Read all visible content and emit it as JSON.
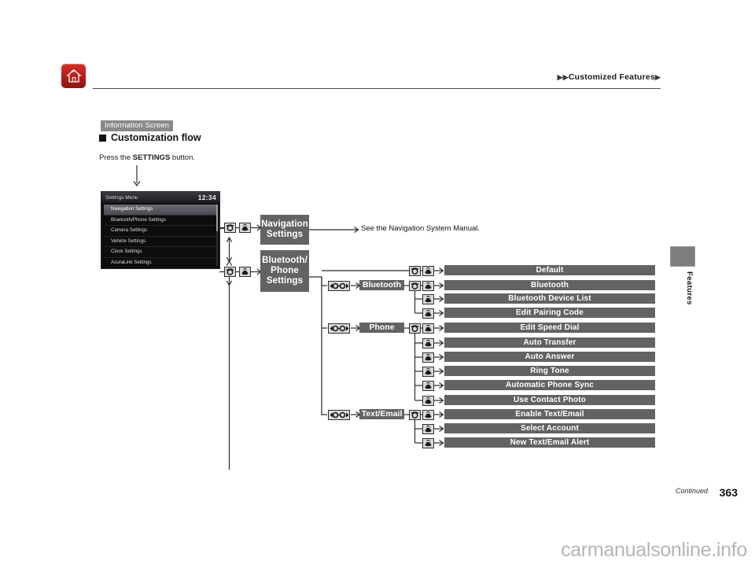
{
  "header": {
    "home_icon": "home-icon",
    "breadcrumb_marker": "▶▶",
    "breadcrumb_text": "Customized Features",
    "breadcrumb_end": "▶"
  },
  "section": {
    "chip": "Information Screen",
    "title": "Customization flow",
    "instruction_prefix": "Press the ",
    "instruction_bold": "SETTINGS",
    "instruction_suffix": " button."
  },
  "screen": {
    "title": "Settings Menu",
    "clock": "12:34",
    "items": [
      "Navigation Settings",
      "Bluetooth/Phone Settings",
      "Camera Settings",
      "Vehicle Settings",
      "Clock Settings",
      "AcuraLink Settings"
    ],
    "selected_index": 0
  },
  "flow": {
    "top_nodes": [
      {
        "label": "Navigation\nSettings"
      },
      {
        "label": "Bluetooth/\nPhone\nSettings"
      }
    ],
    "nav_note": "See the Navigation System Manual.",
    "categories": [
      {
        "label": "Bluetooth"
      },
      {
        "label": "Phone"
      },
      {
        "label": "Text/Email"
      }
    ],
    "items": [
      "Default",
      "Bluetooth",
      "Bluetooth Device List",
      "Edit Pairing Code",
      "Edit Speed Dial",
      "Auto Transfer",
      "Auto Answer",
      "Ring Tone",
      "Automatic Phone Sync",
      "Use Contact Photo",
      "Enable Text/Email",
      "Select Account",
      "New Text/Email Alert"
    ],
    "icons": {
      "rotate": "knob-rotate-icon",
      "press": "knob-press-icon",
      "left_right": "knob-left-right-icon"
    }
  },
  "side": {
    "tab_label": "Features"
  },
  "footer": {
    "continued": "Continued",
    "page_number": "363",
    "watermark": "carmanualsonline.info"
  },
  "colors": {
    "node_gray": "#636363",
    "chip_gray": "#8a8a8a",
    "home_red": "#b01f1c",
    "watermark_gray": "#b5b5b5"
  }
}
